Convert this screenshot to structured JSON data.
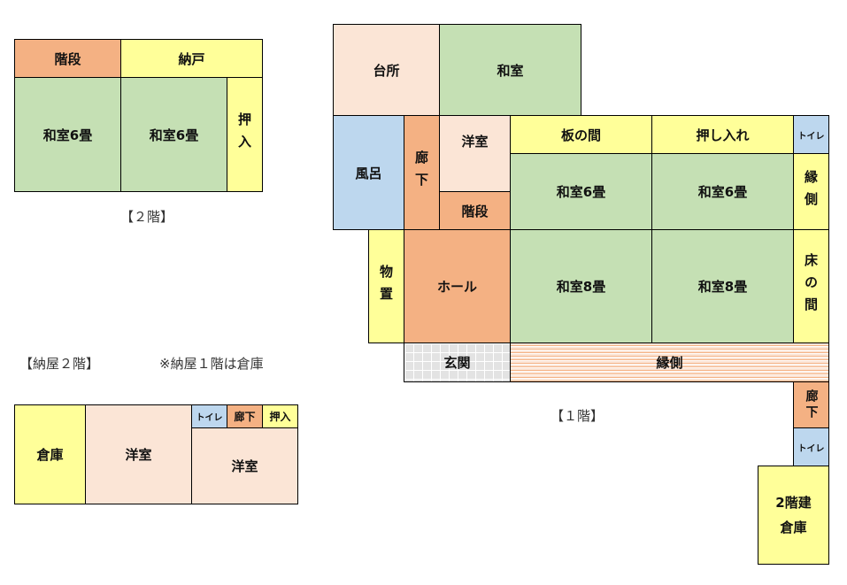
{
  "floor2": {
    "title": "【２階】",
    "rooms": [
      "階段",
      "納戸",
      "和室6畳",
      "和室6畳",
      "押入"
    ]
  },
  "barn": {
    "title": "【納屋２階】",
    "note": "※納屋１階は倉庫",
    "rooms": [
      "倉庫",
      "洋室",
      "トイレ",
      "廊下",
      "押入",
      "洋室"
    ]
  },
  "floor1": {
    "title": "【１階】",
    "rooms": [
      "台所",
      "和室",
      "風呂",
      "廊下",
      "洋室",
      "階段",
      "板の間",
      "押し入れ",
      "トイレ",
      "和室6畳",
      "和室6畳",
      "縁側",
      "物置",
      "ホール",
      "和室8畳",
      "和室8畳",
      "床の間",
      "玄関",
      "縁側",
      "廊下",
      "トイレ",
      "2階建倉庫"
    ]
  },
  "colors": {
    "stairs_hall": "#F4B183",
    "storage": "#FFFF99",
    "washitsu": "#C5E0B4",
    "yoshitsu": "#FBE5D6",
    "water": "#BDD7EE"
  }
}
